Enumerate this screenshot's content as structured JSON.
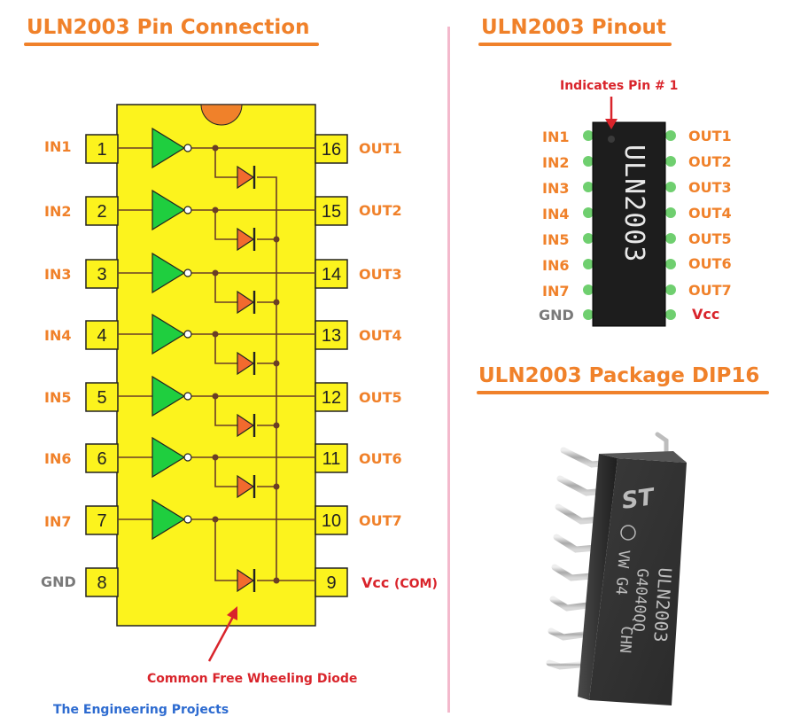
{
  "left": {
    "title": "ULN2003 Pin Connection",
    "left_labels": [
      "IN1",
      "IN2",
      "IN3",
      "IN4",
      "IN5",
      "IN6",
      "IN7",
      "GND"
    ],
    "right_labels": [
      "OUT1",
      "OUT2",
      "OUT3",
      "OUT4",
      "OUT5",
      "OUT6",
      "OUT7"
    ],
    "vcc_label": "Vcc",
    "vcc_com": "(COM)",
    "left_pins": [
      "1",
      "2",
      "3",
      "4",
      "5",
      "6",
      "7",
      "8"
    ],
    "right_pins": [
      "16",
      "15",
      "14",
      "13",
      "12",
      "11",
      "10",
      "9"
    ],
    "note": "Common Free Wheeling Diode"
  },
  "pinout": {
    "title": "ULN2003 Pinout",
    "indicator": "Indicates Pin # 1",
    "chip_text": "ULN2003",
    "left_labels": [
      "IN1",
      "IN2",
      "IN3",
      "IN4",
      "IN5",
      "IN6",
      "IN7",
      "GND"
    ],
    "right_labels": [
      "OUT1",
      "OUT2",
      "OUT3",
      "OUT4",
      "OUT5",
      "OUT6",
      "OUT7",
      "Vcc"
    ]
  },
  "package": {
    "title": "ULN2003 Package DIP16",
    "logo": "ST",
    "lines": [
      "ULN2003",
      "G4040QQ",
      "VW G4",
      "CHN"
    ]
  },
  "footer": "The Engineering Projects",
  "colors": {
    "accent": "#f0812a",
    "ic_body": "#fcf31d",
    "buffer": "#1fce3f",
    "diode": "#f26a2e",
    "wire": "#6a3e26",
    "red": "#d9242b",
    "pin_green": "#6fcf6f"
  }
}
